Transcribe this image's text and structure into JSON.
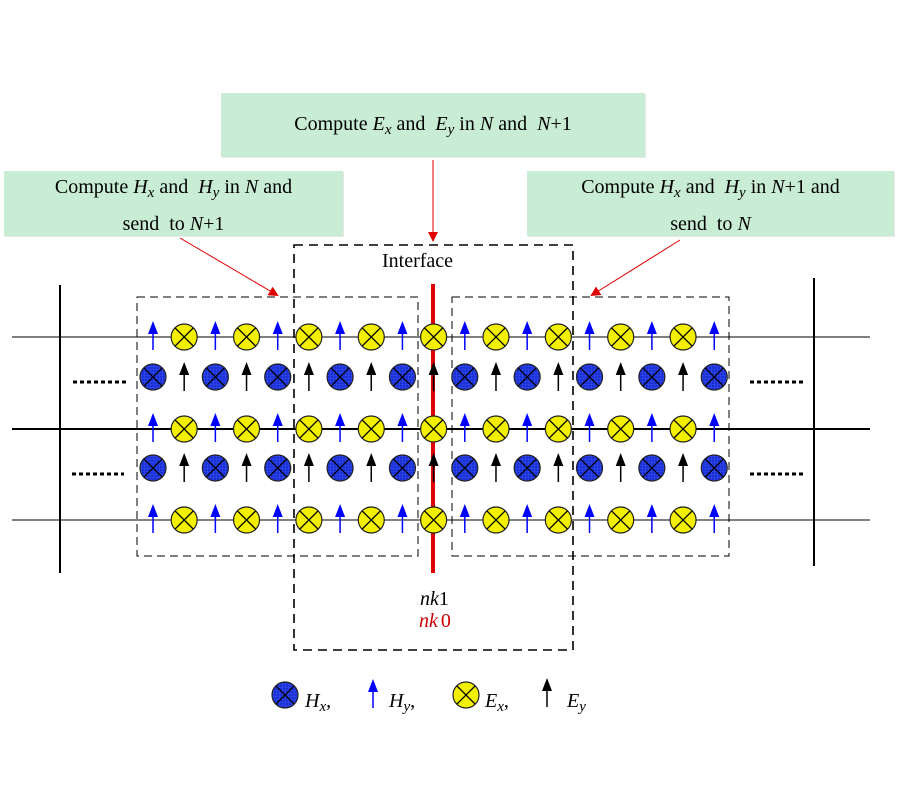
{
  "callouts": {
    "center": {
      "line1_pre": "Compute ",
      "v1": "E",
      "s1": "x",
      "mid": " and  ",
      "v2": "E",
      "s2": "y",
      "post_a": " in ",
      "n1": "N",
      "post_b": " and  ",
      "n2": "N",
      "tail": "+1"
    },
    "left": {
      "line1_pre": "Compute ",
      "v1": "H",
      "s1": "x",
      "mid": " and  ",
      "v2": "H",
      "s2": "y",
      "post_a": " in ",
      "n1": "N",
      "post_b": " and",
      "line2_pre": "send  to ",
      "n2": "N",
      "tail": "+1"
    },
    "right": {
      "line1_pre": "Compute ",
      "v1": "H",
      "s1": "x",
      "mid": " and  ",
      "v2": "H",
      "s2": "y",
      "post_a": " in ",
      "n1": "N",
      "post_b": "+1 and",
      "line2_pre": "send  to ",
      "n2": "N"
    }
  },
  "interface_label": "Interface",
  "nk1": {
    "v": "nk",
    "n": "1"
  },
  "nk0": {
    "v": "nk",
    "n": "0"
  },
  "ellipsis": "·······",
  "legend": [
    {
      "symbol": "Hx",
      "v": "H",
      "s": "x",
      "sep": ","
    },
    {
      "symbol": "Hy",
      "v": "H",
      "s": "y",
      "sep": ","
    },
    {
      "symbol": "Ex",
      "v": "E",
      "s": "x",
      "sep": ","
    },
    {
      "symbol": "Ey",
      "v": "E",
      "s": "y",
      "sep": ""
    }
  ],
  "colors": {
    "callout_bg": "#c8ecd4",
    "hx_fill": "#1a2fd6",
    "hy_arrow": "#0000ff",
    "ex_fill": "#f2f000",
    "ey_arrow": "#000000",
    "interface_line": "#e00000",
    "nk0_text": "#cc0000"
  }
}
